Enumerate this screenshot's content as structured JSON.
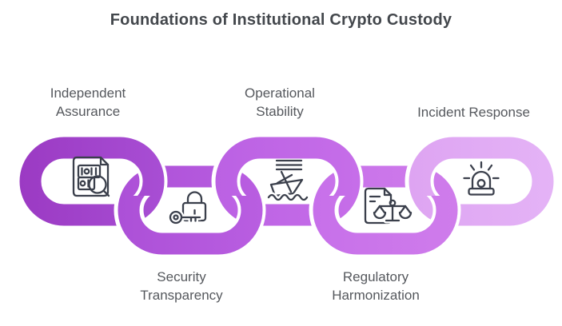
{
  "title": "Foundations of Institutional Crypto Custody",
  "colors": {
    "background": "#FFFFFF",
    "title_text": "#43474C",
    "label_text": "#55585D",
    "icon_stroke": "#3A3F4B",
    "link_casing": "#FFFFFF"
  },
  "chain": {
    "links": [
      {
        "label": "Independent\nAssurance",
        "label_position": "top",
        "icon": "audit-document-icon",
        "color_start": "#9B3AC3",
        "color_end": "#A84ED4"
      },
      {
        "label": "Security\nTransparency",
        "label_position": "bottom",
        "icon": "lock-key-icon",
        "color_start": "#AC50D7",
        "color_end": "#B95EE1"
      },
      {
        "label": "Operational\nStability",
        "label_position": "top",
        "icon": "sinking-ship-icon",
        "color_start": "#BB61E3",
        "color_end": "#C66EE9"
      },
      {
        "label": "Regulatory\nHarmonization",
        "label_position": "bottom",
        "icon": "scales-document-icon",
        "color_start": "#C770EA",
        "color_end": "#CF7CEB"
      },
      {
        "label": "Incident Response",
        "label_position": "top",
        "icon": "siren-icon",
        "color_start": "#DEA4F2",
        "color_end": "#E4B3F6"
      }
    ]
  }
}
